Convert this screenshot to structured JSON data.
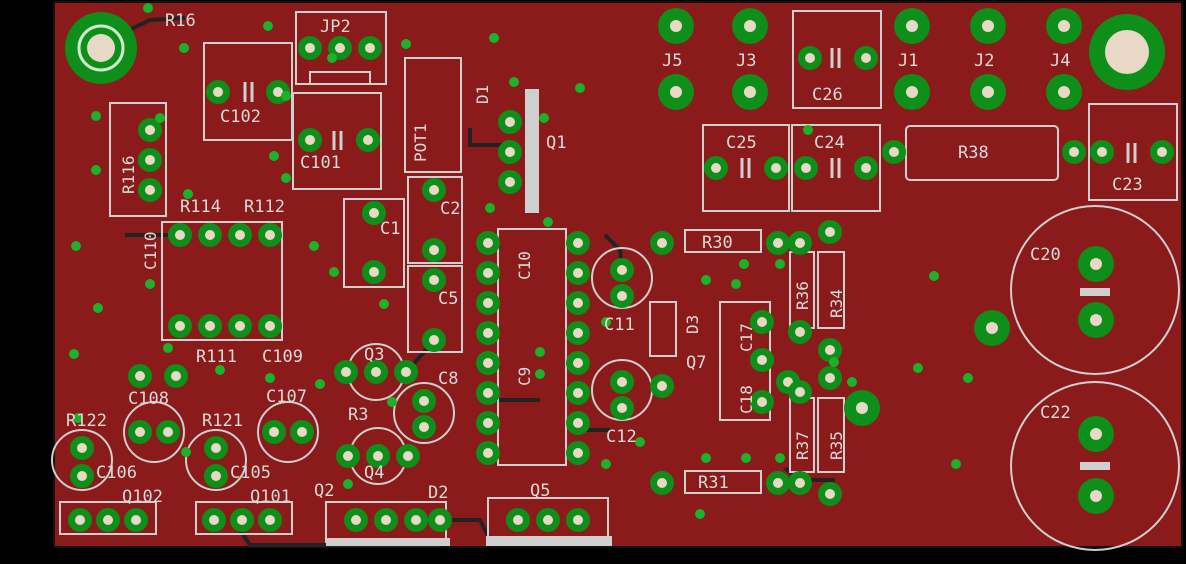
{
  "colors": {
    "copper": "#8b1a1a",
    "pad": "#0e8f1a",
    "drill": "#e8d9c6",
    "silk": "#cfcfcf",
    "via": "#1bb22a",
    "background": "#000000"
  },
  "labels": {
    "R16": "R16",
    "JP2": "JP2",
    "J5": "J5",
    "J3": "J3",
    "J1": "J1",
    "J2": "J2",
    "J4": "J4",
    "C26": "C26",
    "C102": "C102",
    "C101": "C101",
    "POT1": "POT1",
    "D1": "D1",
    "Q1": "Q1",
    "R116": "R116",
    "C25": "C25",
    "C24": "C24",
    "R38": "R38",
    "C23": "C23",
    "R114": "R114",
    "R112": "R112",
    "C110": "C110",
    "C1": "C1",
    "C2": "C2",
    "C10": "C10",
    "R30": "R30",
    "C20": "C20",
    "C5": "C5",
    "C11": "C11",
    "D3": "D3",
    "R36": "R36",
    "R34": "R34",
    "C17": "C17",
    "Q7": "Q7",
    "R111": "R111",
    "C109": "C109",
    "Q3": "Q3",
    "C9": "C9",
    "C8": "C8",
    "C18": "C18",
    "C108": "C108",
    "C107": "C107",
    "R3": "R3",
    "R122": "R122",
    "R121": "R121",
    "C12": "C12",
    "R37": "R37",
    "R35": "R35",
    "C22": "C22",
    "C106": "C106",
    "C105": "C105",
    "Q4": "Q4",
    "R31": "R31",
    "Q102": "Q102",
    "Q101": "Q101",
    "Q2": "Q2",
    "D2": "D2",
    "Q5": "Q5"
  }
}
